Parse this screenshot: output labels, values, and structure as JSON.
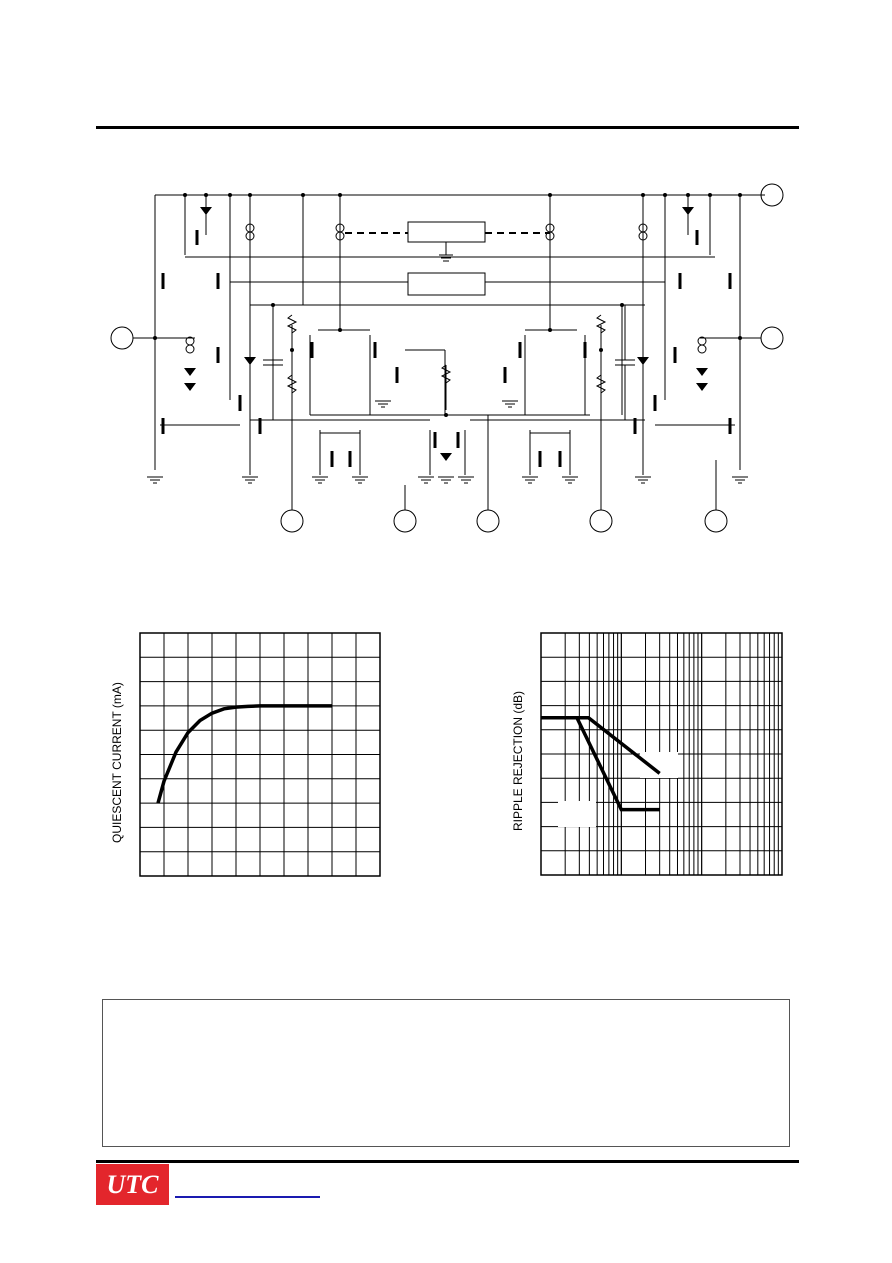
{
  "brand": {
    "logo_text": "UTC",
    "logo_color": "#e3262c",
    "link_color": "#1a1ab0"
  },
  "graphs": {
    "left": {
      "ylabel": "QUIESCENT CURRENT (mA)"
    },
    "right": {
      "ylabel": "RIPPLE REJECTION (dB)"
    }
  },
  "chart_data": [
    {
      "type": "line",
      "ylabel": "QUIESCENT CURRENT (mA)",
      "grid": true,
      "grid_divisions": {
        "x": 10,
        "y": 10
      },
      "series": [
        {
          "x": [
            0.75,
            1.0,
            1.5,
            2.0,
            2.5,
            3.0,
            3.5,
            4.0,
            4.5,
            5.0,
            6.0,
            7.0,
            8.0
          ],
          "y": [
            3.0,
            3.9,
            5.1,
            5.9,
            6.4,
            6.7,
            6.88,
            6.95,
            6.98,
            7.0,
            7.0,
            7.0,
            7.0
          ]
        }
      ]
    },
    {
      "type": "line",
      "ylabel": "RIPPLE REJECTION (dB)",
      "grid": true,
      "xscale": "log",
      "decades": 3,
      "series": [
        {
          "x": [
            1,
            2.8,
            10,
            30
          ],
          "y": [
            6.5,
            6.5,
            2.7,
            2.7
          ]
        },
        {
          "x": [
            1,
            3.9,
            30
          ],
          "y": [
            6.5,
            6.5,
            4.2
          ]
        }
      ]
    }
  ]
}
